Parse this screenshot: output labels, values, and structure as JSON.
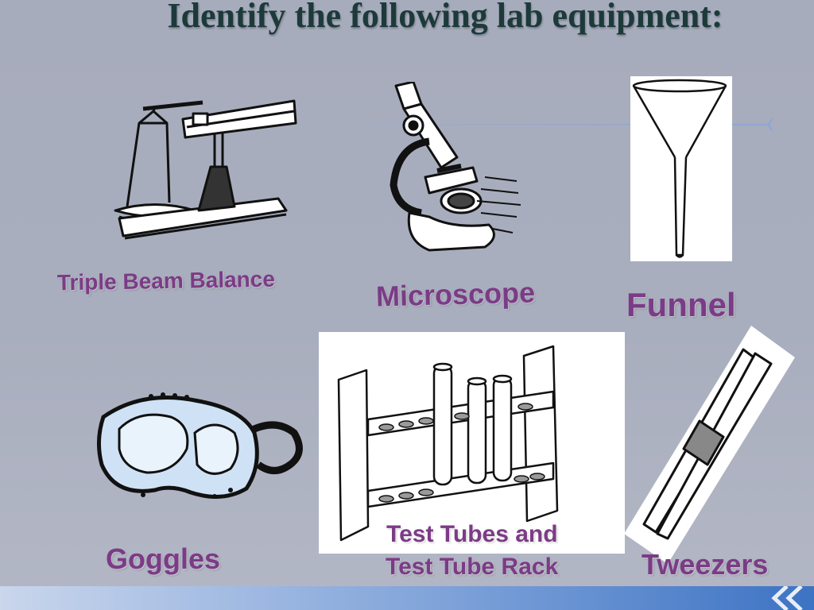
{
  "slide": {
    "title": "Identify the following lab equipment:",
    "items": [
      {
        "label": "Triple Beam Balance",
        "icon": "triple-beam-balance-icon"
      },
      {
        "label": "Microscope",
        "icon": "microscope-icon"
      },
      {
        "label": "Funnel",
        "icon": "funnel-icon"
      },
      {
        "label": "Goggles",
        "icon": "goggles-icon"
      },
      {
        "label_line1": "Test Tubes and",
        "label_line2": "Test Tube Rack",
        "icon": "test-tube-rack-icon"
      },
      {
        "label": "Tweezers",
        "icon": "tweezers-icon"
      }
    ]
  },
  "colors": {
    "background": "#a9aebe",
    "title": "#1d3a3a",
    "label": "#7c3b86",
    "accent": "#3d73c4"
  }
}
